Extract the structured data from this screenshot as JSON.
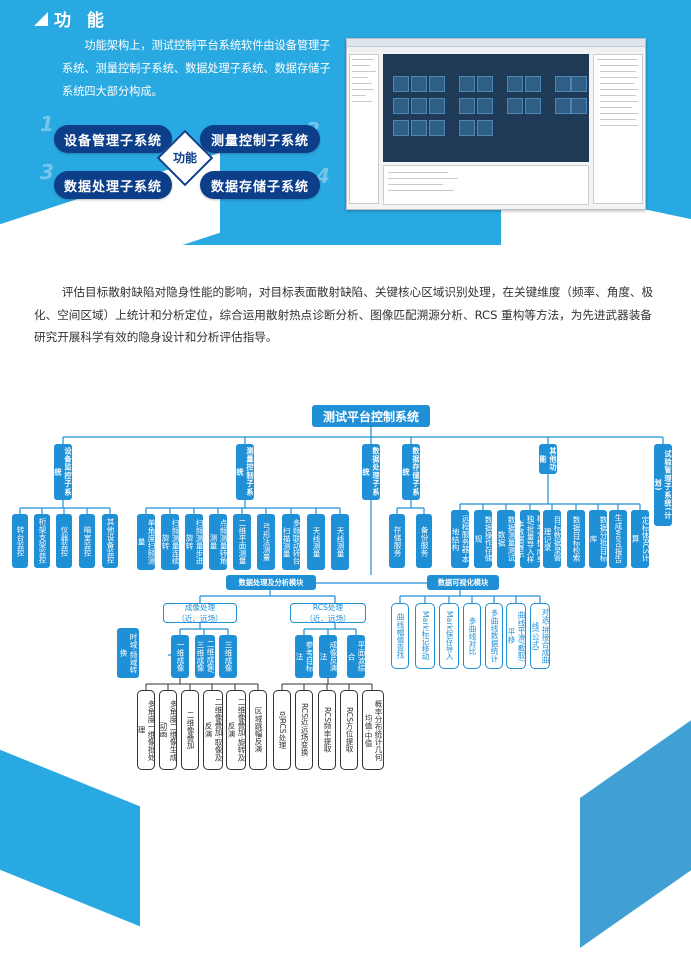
{
  "banner": {
    "title": "功 能",
    "intro": "功能架构上，测试控制平台系统软件由设备管理子系统、测量控制子系统、数据处理子系统、数据存储子系统四大部分构成。",
    "hub": "功能",
    "pills": [
      "设备管理子系统",
      "测量控制子系统",
      "数据处理子系统",
      "数据存储子系统"
    ],
    "nums": [
      "1",
      "2",
      "3",
      "4"
    ]
  },
  "paragraph": "评估目标散射缺陷对隐身性能的影响，对目标表面散射缺陷、关键核心区域识别处理，在关键维度（频率、角度、极化、空间区域）上统计和分析定位，综合运用散射热点诊断分析、图像匹配溯源分析、RCS 重构等方法，为先进武器装备研究开展科学有效的隐身设计和分析评估指导。",
  "diagram": {
    "root": "测试平台控制系统",
    "l1": [
      "设备监控子系统",
      "测量控制子系统",
      "数据处理子系统",
      "数据存储子系统",
      "其他功能",
      "试验管理子系统(计划)"
    ],
    "device": [
      "转台监控",
      "桁架支架监控",
      "仪器监控",
      "暗室监控",
      "其他设备监控"
    ],
    "measure": [
      "单角度扫频测量",
      "扫频测量连续旋转",
      "扫频测量步进旋转",
      "点频测量转角测量",
      "二维平面测量",
      "弓形法测量",
      "多频联动转台扫描测量",
      "天线测量",
      "天线测量"
    ],
    "storage": [
      "存储服务",
      "备份服务"
    ],
    "other": [
      "远程服务器·本地结构",
      "数据操作存储规",
      "数据测量测试数据",
      "样本分析/库单独/批量导入样本数据展示",
      "目标数据录管理记录",
      "数据目标检索",
      "数据分批目标库",
      "生成word报告",
      "定标体RCS计算"
    ],
    "proc": "数据处理及分析模块",
    "vis": "数据可视化模块",
    "vis_items": [
      "曲线幅值查找",
      "Mark标记移动",
      "Mark保存导入",
      "多曲线对比",
      "多曲线数据统计",
      "曲线平滑/截取/平移",
      "对选·拼接合成曲线(公式)"
    ],
    "imaging": "成像处理\n（近、远场）",
    "rcs": "RCS处理\n（近、远场）",
    "time_conv": "时域·频域转换",
    "img_sub": [
      "一维成像",
      "二维成像/三维成像",
      "三维成像"
    ],
    "rcs_sub": [
      "参考目标法",
      "成像反演法",
      "平面波综合"
    ],
    "img_leaves": [
      "多角度一维像批处理",
      "多角度二维像生成动画",
      "二维像叠加",
      "二维像叠加·取像及反演",
      "二维像叠加·旋转及反演",
      "区域跳幅反演"
    ],
    "rcs_leaves": [
      "总RCS处理",
      "RCS近远场变换",
      "RCS频率提取",
      "RCS方位提取",
      "概率分布统计几何均值·中值"
    ]
  }
}
